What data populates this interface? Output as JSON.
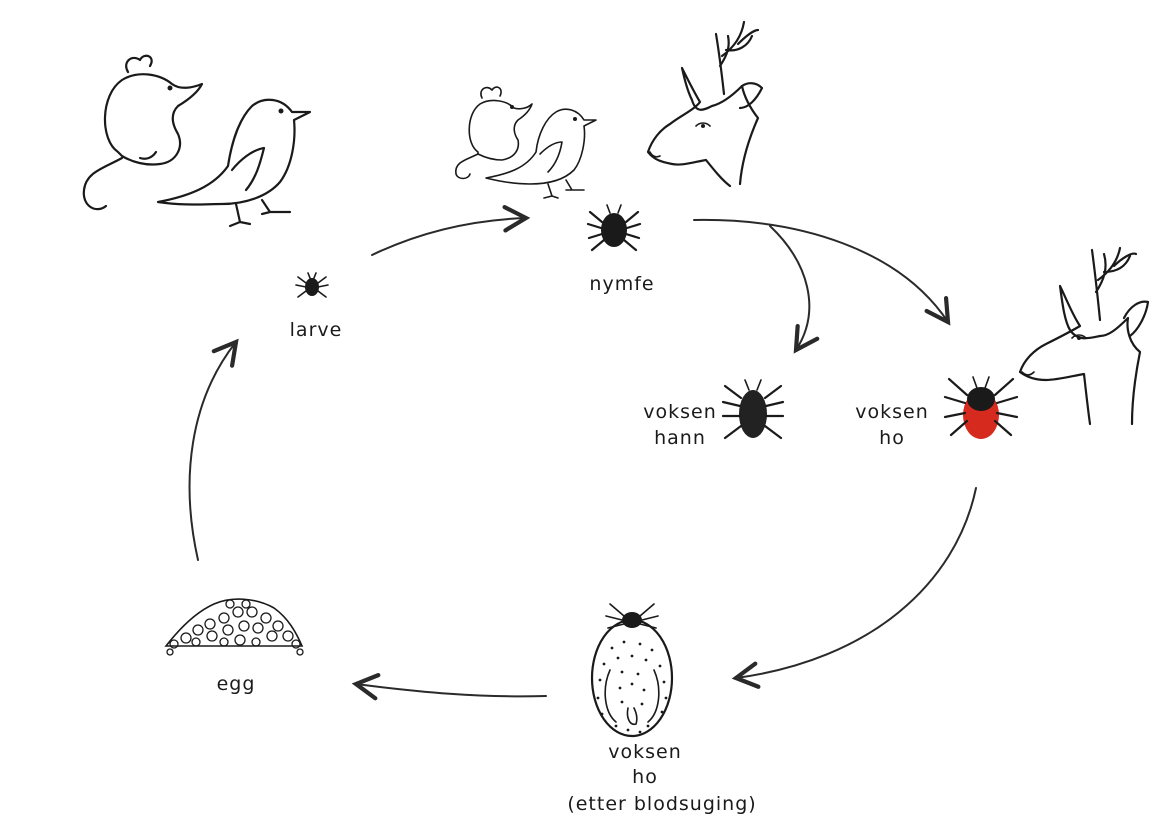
{
  "stages": {
    "larva": {
      "label": "larve"
    },
    "nymph": {
      "label": "nymfe"
    },
    "adult_male": {
      "label_line1": "voksen",
      "label_line2": "hann"
    },
    "adult_female": {
      "label_line1": "voksen",
      "label_line2": "ho"
    },
    "engorged_female": {
      "label_line1": "voksen",
      "label_line2": "ho",
      "label_line3": "(etter blodsuging)"
    },
    "eggs": {
      "label": "egg"
    }
  },
  "hosts": {
    "larva_hosts": [
      "mouse",
      "bird"
    ],
    "nymph_hosts": [
      "mouse",
      "bird",
      "roe-deer"
    ],
    "adult_female_host": "roe-deer"
  },
  "colors": {
    "ink": "#1a1a1a",
    "female_abdomen": "#d62a1e",
    "background": "#ffffff"
  },
  "flow": [
    {
      "from": "larva",
      "to": "nymph"
    },
    {
      "from": "nymph",
      "to": "adult_male"
    },
    {
      "from": "nymph",
      "to": "adult_female"
    },
    {
      "from": "adult_female",
      "to": "engorged_female"
    },
    {
      "from": "engorged_female",
      "to": "eggs"
    },
    {
      "from": "eggs",
      "to": "larva"
    }
  ]
}
